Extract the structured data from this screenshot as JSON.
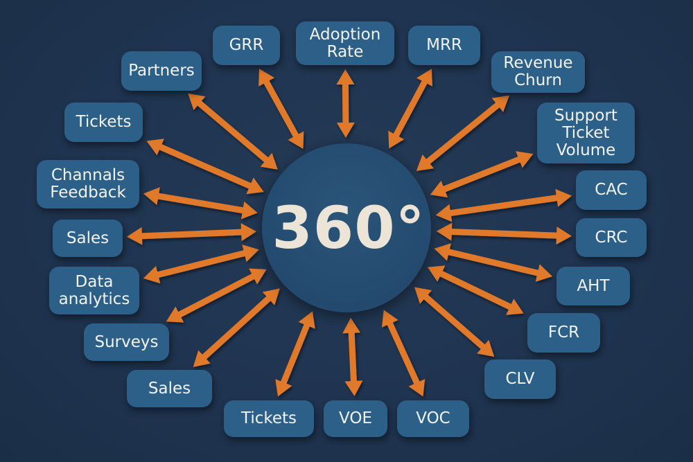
{
  "diagram": {
    "title": "360°",
    "colors": {
      "background": "#1f3450",
      "hub": "#244c70",
      "node": "#2c6088",
      "arrow": "#e07a2c",
      "text": "#f2f2ee",
      "hub_text": "#ece4d6"
    },
    "connection_type": "bidirectional-arrow",
    "nodes": [
      {
        "id": "grr",
        "label": "GRR"
      },
      {
        "id": "adoption-rate",
        "label": "Adoption\nRate"
      },
      {
        "id": "mrr",
        "label": "MRR"
      },
      {
        "id": "partners",
        "label": "Partners"
      },
      {
        "id": "revenue-churn",
        "label": "Revenue\nChurn"
      },
      {
        "id": "tickets-left",
        "label": "Tickets"
      },
      {
        "id": "support-ticket-volume",
        "label": "Support\nTicket\nVolume"
      },
      {
        "id": "channals-feedback",
        "label": "Channals\nFeedback"
      },
      {
        "id": "cac",
        "label": "CAC"
      },
      {
        "id": "sales-left",
        "label": "Sales"
      },
      {
        "id": "crc",
        "label": "CRC"
      },
      {
        "id": "data-analytics",
        "label": "Data\nanalytics"
      },
      {
        "id": "aht",
        "label": "AHT"
      },
      {
        "id": "surveys",
        "label": "Surveys"
      },
      {
        "id": "fcr",
        "label": "FCR"
      },
      {
        "id": "sales-lower",
        "label": "Sales"
      },
      {
        "id": "clv",
        "label": "CLV"
      },
      {
        "id": "tickets-bottom",
        "label": "Tickets"
      },
      {
        "id": "voe",
        "label": "VOE"
      },
      {
        "id": "voc",
        "label": "VOC"
      }
    ]
  }
}
